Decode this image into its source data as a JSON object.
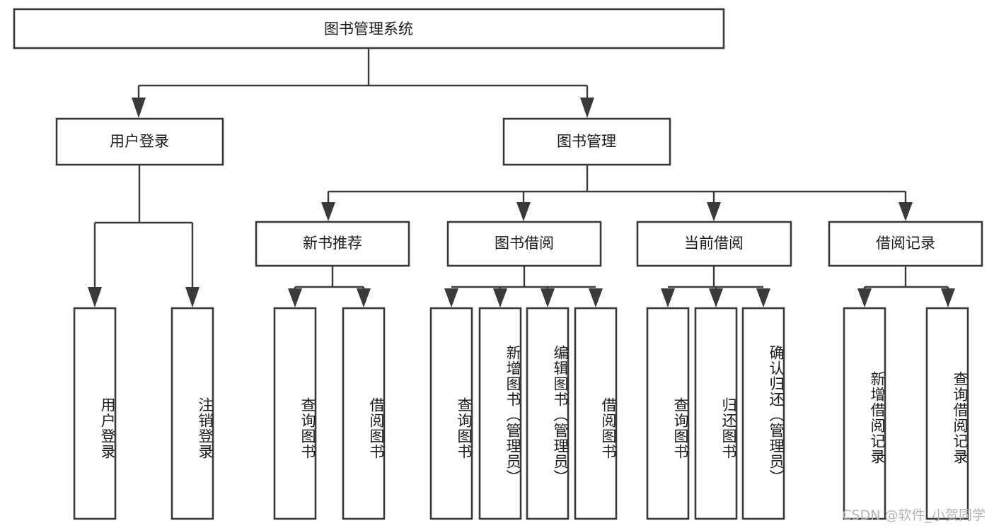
{
  "diagram": {
    "title": "图书管理系统",
    "watermark": "CSDN @软件_小贺同学",
    "colors": {
      "stroke": "#3a3a3a",
      "fill": "#ffffff",
      "text": "#1b1b1b",
      "watermark": "#b4b4b4"
    },
    "root": {
      "label": "图书管理系统"
    },
    "level2": [
      {
        "label": "用户登录"
      },
      {
        "label": "图书管理"
      }
    ],
    "level3": [
      {
        "label": "新书推荐"
      },
      {
        "label": "图书借阅"
      },
      {
        "label": "当前借阅"
      },
      {
        "label": "借阅记录"
      }
    ],
    "leaves": {
      "user_login": [
        {
          "label": "用户登录"
        },
        {
          "label": "注销登录"
        }
      ],
      "new_book": [
        {
          "label": "查询图书"
        },
        {
          "label": "借阅图书"
        }
      ],
      "book_borrow": [
        {
          "label": "查询图书"
        },
        {
          "label": "新增图书（管理员）"
        },
        {
          "label": "编辑图书（管理员）"
        },
        {
          "label": "借阅图书"
        }
      ],
      "current_borrow": [
        {
          "label": "查询图书"
        },
        {
          "label": "归还图书"
        },
        {
          "label": "确认归还（管理员）"
        }
      ],
      "borrow_record": [
        {
          "label": "新增借阅记录"
        },
        {
          "label": "查询借阅记录"
        }
      ]
    }
  }
}
